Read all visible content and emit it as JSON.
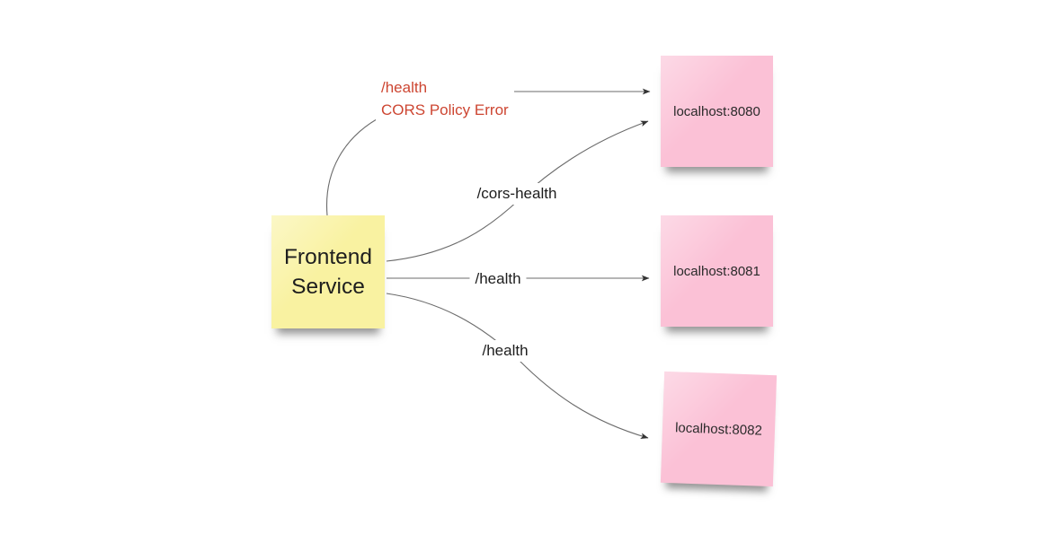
{
  "canvas": {
    "background": "#ffffff"
  },
  "colors": {
    "yellow_note": "#f9f2a1",
    "pink_note": "#fbc1d6",
    "error_text": "#cd4632",
    "label_text": "#1d1d1d",
    "connector_stroke": "#6b6b6b",
    "arrowhead_fill": "#333333"
  },
  "nodes": {
    "frontend": {
      "label": "Frontend Service"
    },
    "backend_8080": {
      "label": "localhost:8080"
    },
    "backend_8081": {
      "label": "localhost:8081"
    },
    "backend_8082": {
      "label": "localhost:8082"
    }
  },
  "edges": {
    "cors_error": {
      "label": "/health\nCORS Policy Error"
    },
    "cors_health": {
      "label": "/cors-health"
    },
    "health_8081": {
      "label": "/health"
    },
    "health_8082": {
      "label": "/health"
    }
  }
}
